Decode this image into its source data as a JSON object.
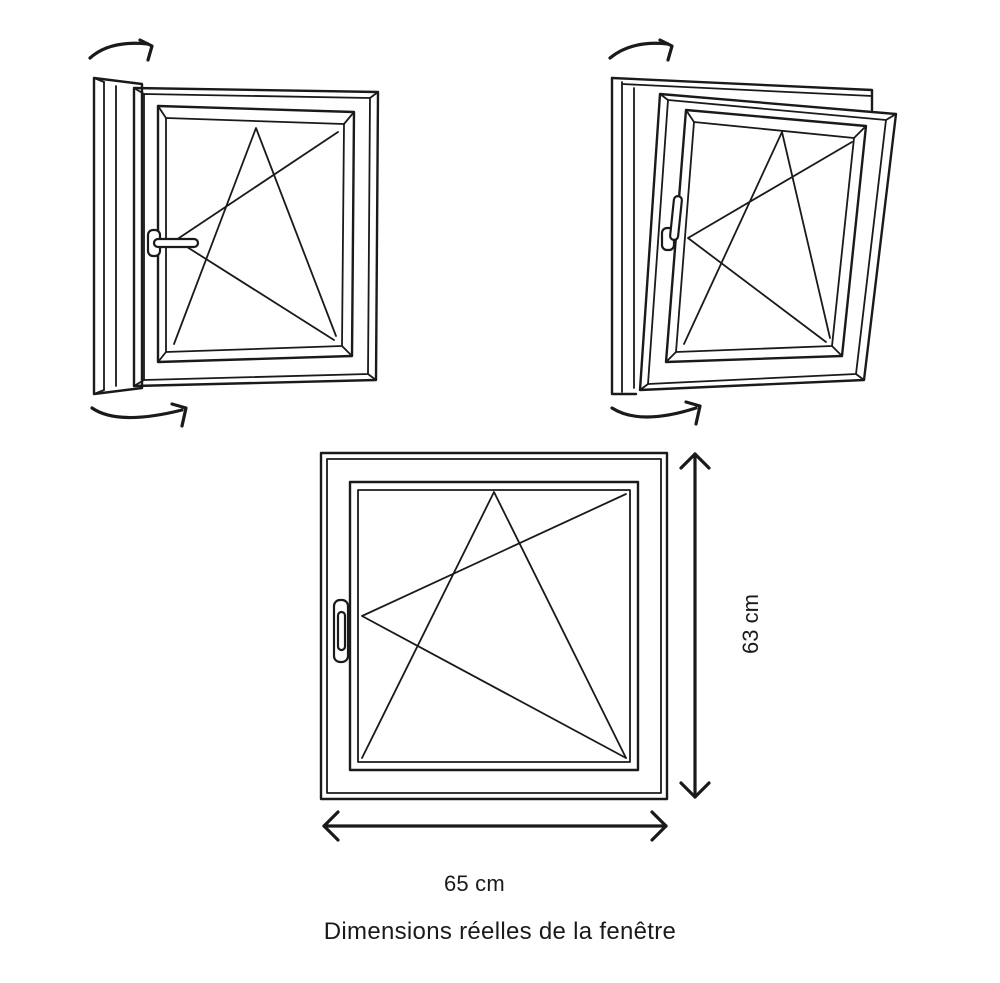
{
  "dimensions": {
    "width_label": "65 cm",
    "height_label": "63 cm"
  },
  "caption": "Dimensions réelles de la fenêtre",
  "colors": {
    "line": "#1a1a1a",
    "background": "#ffffff"
  },
  "icons": {
    "rotation_arrow": "curved-arrow-icon",
    "dimension_arrow": "double-arrow-icon",
    "window_handle": "window-handle-icon"
  }
}
